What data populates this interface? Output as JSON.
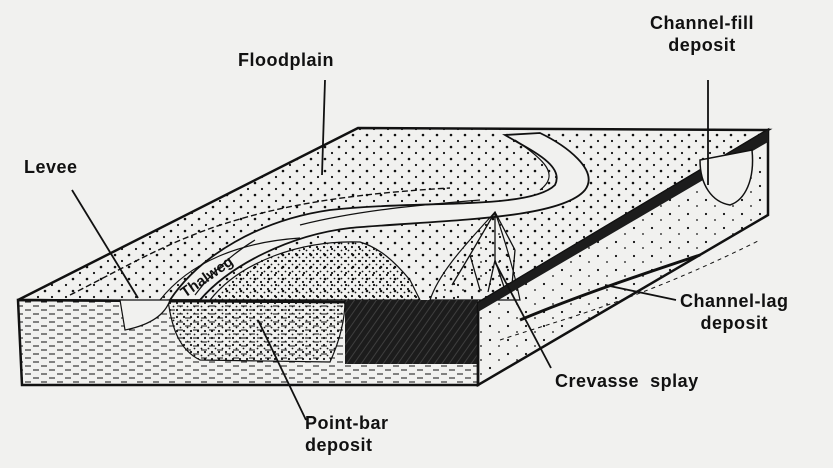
{
  "labels": {
    "floodplain": "Floodplain",
    "channel_fill": {
      "line1": "Channel-fill",
      "line2": "deposit"
    },
    "levee": "Levee",
    "thalweg": "Thalweg",
    "channel_lag": {
      "line1": "Channel-lag",
      "line2": "deposit"
    },
    "crevasse_splay": "Crevasse  splay",
    "point_bar": {
      "line1": "Point-bar",
      "line2": "deposit"
    }
  },
  "colors": {
    "background": "#f1f1ef",
    "ink": "#111111",
    "dark_fill": "#1c1c1c"
  }
}
